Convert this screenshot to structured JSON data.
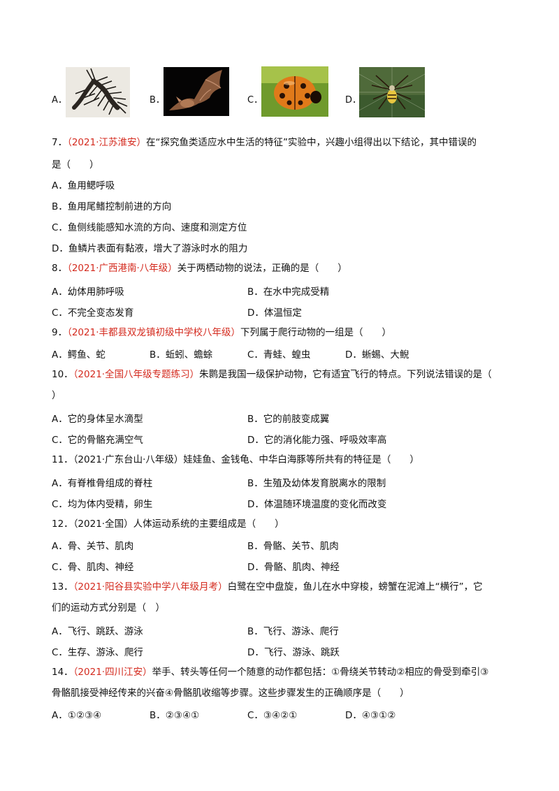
{
  "image_options": [
    {
      "label": "A．",
      "image": "centipede-photo"
    },
    {
      "label": "B．",
      "image": "bat-photo"
    },
    {
      "label": "C．",
      "image": "ladybug-photo"
    },
    {
      "label": "D．",
      "image": "spider-photo"
    }
  ],
  "questions": [
    {
      "num": "7．",
      "source": "（2021·江苏淮安）",
      "text": "在“探究鱼类适应水中生活的特征”实验中，兴趣小组得出以下结论，其中错误的",
      "text2": "是（　　）",
      "options": [
        "A．鱼用鳃呼吸",
        "B．鱼用尾鳍控制前进的方向",
        "C．鱼侧线能感知水流的方向、速度和测定方位",
        "D．鱼鳞片表面有黏液，增大了游泳时水的阻力"
      ]
    },
    {
      "num": "8．",
      "source": "（2021·广西港南·八年级）",
      "text": "关于两栖动物的说法，正确的是（　　）",
      "options": [
        "A．幼体用肺呼吸",
        "B．在水中完成受精",
        "C．不完全变态发育",
        "D．体温恒定"
      ]
    },
    {
      "num": "9．",
      "source": "（2021·丰都县双龙镇初级中学校八年级）",
      "text": "下列属于爬行动物的一组是（　　）",
      "options": [
        "A．鳄鱼、蛇",
        "B．蚯蚓、蟾蜍",
        "C．青蛙、蝗虫",
        "D．蜥蜴、大鲵"
      ]
    },
    {
      "num": "10．",
      "source": "（2021·全国八年级专题练习）",
      "text": "朱鹮是我国一级保护动物，它有适宜飞行的特点。下列说法错误的是（",
      "text2": "）",
      "options": [
        "A．它的身体呈水滴型",
        "B．它的前肢变成翼",
        "C．它的骨骼充满空气",
        "D．它的消化能力强、呼吸效率高"
      ]
    },
    {
      "num": "11．",
      "source": "（2021·广东台山·八年级）",
      "text": "娃娃鱼、金钱龟、中华白海豚等所共有的特征是（　　）",
      "options": [
        "A．有脊椎骨组成的脊柱",
        "B．生殖及幼体发育脱离水的限制",
        "C．均为体内受精，卵生",
        "D．体温随环境温度的变化而改变"
      ]
    },
    {
      "num": "12．",
      "source": "（2021·全国）",
      "text": "人体运动系统的主要组成是（　　）",
      "options": [
        "A．骨、关节、肌肉",
        "B．骨骼、关节、肌肉",
        "C．骨、肌肉、神经",
        "D．骨骼、肌肉、神经"
      ]
    },
    {
      "num": "13．",
      "source": "（2021·阳谷县实验中学八年级月考）",
      "text": "白鹭在空中盘旋，鱼儿在水中穿梭，螃蟹在泥滩上“横行”，它",
      "text2": "们的运动方式分别是（　）",
      "options": [
        "A．飞行、跳跃、游泳",
        "B．飞行、游泳、爬行",
        "C．生存、游泳、爬行",
        "D．飞行、游泳、跳跃"
      ]
    },
    {
      "num": "14．",
      "source": "（2021·四川江安）",
      "text": "举手、转头等任何一个随意的动作都包括：①骨绕关节转动②相应的骨受到牵引③",
      "text2": "骨骼肌接受神经传来的兴奋④骨骼肌收缩等步骤。这些步骤发生的正确顺序是（　　）",
      "options": [
        "A．①②③④",
        "B．②③④①",
        "C．③④②①",
        "D．④③①②"
      ]
    }
  ]
}
